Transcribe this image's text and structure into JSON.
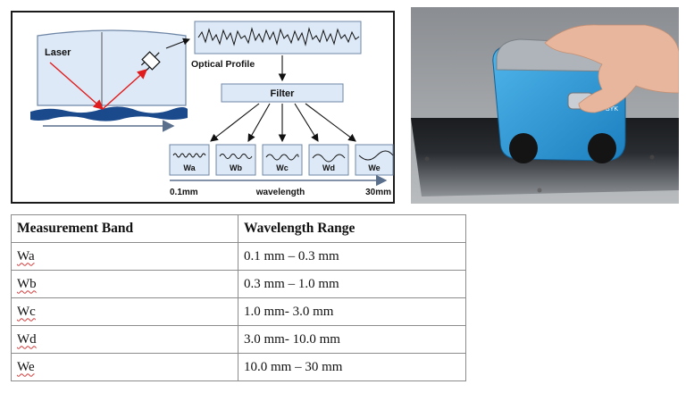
{
  "diagram": {
    "laser_label": "Laser",
    "optical_profile_label": "Optical Profile",
    "filter_label": "Filter",
    "bands": [
      "Wa",
      "Wb",
      "Wc",
      "Wd",
      "We"
    ],
    "axis_start": "0.1mm",
    "axis_label": "wavelength",
    "axis_end": "30mm"
  },
  "photo": {
    "device_badge": "BYK"
  },
  "table": {
    "headers": [
      "Measurement Band",
      "Wavelength Range"
    ],
    "rows": [
      [
        "Wa",
        "0.1 mm – 0.3 mm"
      ],
      [
        "Wb",
        "0.3 mm – 1.0 mm"
      ],
      [
        "Wc",
        "1.0 mm- 3.0 mm"
      ],
      [
        "Wd",
        "3.0 mm- 10.0 mm"
      ],
      [
        "We",
        "10.0 mm – 30 mm"
      ]
    ]
  },
  "colors": {
    "panel_fill": "#dde9f7",
    "panel_stroke": "#6f87a6",
    "wave_fill": "#1b4a8c",
    "laser": "#e01b1b",
    "device_blue": "#2c9ad8",
    "spell_underline": "#d23a3a"
  }
}
